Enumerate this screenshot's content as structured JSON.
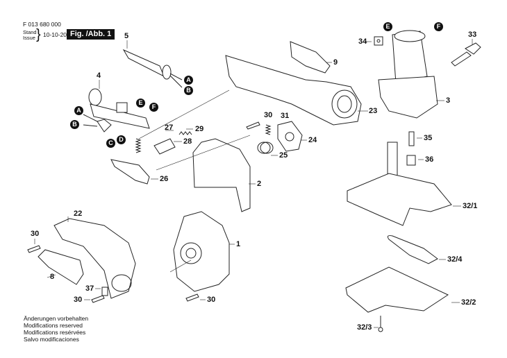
{
  "header": {
    "part_code": "F 013 680 000",
    "stand_label": "Stand",
    "issue_label": "Issue",
    "date": "10-10-20",
    "figure_label": "Fig. /Abb. 1"
  },
  "footer": {
    "lines": [
      "Änderungen vorbehalten",
      "Modifications reserved",
      "Modifications resérvées",
      "Salvo modificaciones"
    ]
  },
  "part_labels": [
    {
      "id": "5",
      "text": "5"
    },
    {
      "id": "4",
      "text": "4"
    },
    {
      "id": "9",
      "text": "9"
    },
    {
      "id": "34",
      "text": "34"
    },
    {
      "id": "33",
      "text": "33"
    },
    {
      "id": "3",
      "text": "3"
    },
    {
      "id": "23",
      "text": "23"
    },
    {
      "id": "30a",
      "text": "30"
    },
    {
      "id": "31",
      "text": "31"
    },
    {
      "id": "27",
      "text": "27"
    },
    {
      "id": "29",
      "text": "29"
    },
    {
      "id": "28",
      "text": "28"
    },
    {
      "id": "24",
      "text": "24"
    },
    {
      "id": "25",
      "text": "25"
    },
    {
      "id": "35",
      "text": "35"
    },
    {
      "id": "36",
      "text": "36"
    },
    {
      "id": "26",
      "text": "26"
    },
    {
      "id": "2",
      "text": "2"
    },
    {
      "id": "32_1",
      "text": "32/1"
    },
    {
      "id": "22",
      "text": "22"
    },
    {
      "id": "30b",
      "text": "30"
    },
    {
      "id": "1",
      "text": "1"
    },
    {
      "id": "32_4",
      "text": "32/4"
    },
    {
      "id": "8",
      "text": "8"
    },
    {
      "id": "37",
      "text": "37"
    },
    {
      "id": "30c",
      "text": "30"
    },
    {
      "id": "30d",
      "text": "30"
    },
    {
      "id": "32_2",
      "text": "32/2"
    },
    {
      "id": "32_3",
      "text": "32/3"
    }
  ],
  "connector_markers": [
    {
      "id": "A1",
      "text": "A"
    },
    {
      "id": "B1",
      "text": "B"
    },
    {
      "id": "A2",
      "text": "A"
    },
    {
      "id": "B2",
      "text": "B"
    },
    {
      "id": "C",
      "text": "C"
    },
    {
      "id": "D",
      "text": "D"
    },
    {
      "id": "E1",
      "text": "E"
    },
    {
      "id": "F1",
      "text": "F"
    },
    {
      "id": "E2",
      "text": "E"
    },
    {
      "id": "F2",
      "text": "F"
    }
  ]
}
